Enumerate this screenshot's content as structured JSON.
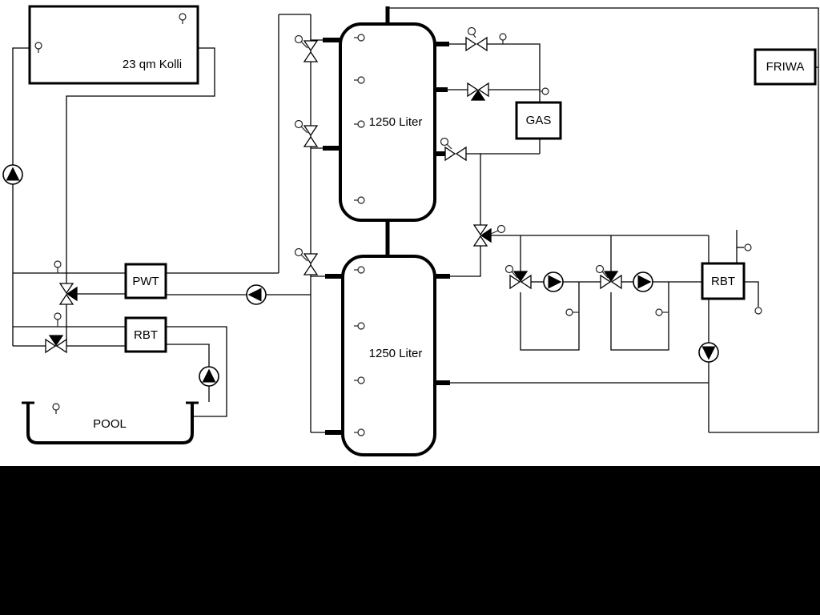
{
  "colors": {
    "line": "#000000",
    "background": "#ffffff",
    "bottom_band": "#000000",
    "symbol_fill": "#ffffff"
  },
  "labels": {
    "collector": "23 qm Kolli",
    "pwt": "PWT",
    "rbt_left": "RBT",
    "pool": "POOL",
    "tank_top": "1250 Liter",
    "tank_bottom": "1250 Liter",
    "gas": "GAS",
    "friwa": "FRIWA",
    "rbt_right": "RBT"
  },
  "symbols": {
    "pump_icon": "circle with filled direction triangle",
    "valve_icon": "bowtie (two triangles tip to tip)",
    "three_way_valve_icon": "bowtie with third filled triangle",
    "sensor_icon": "small circle with stub",
    "actuator_icon": "small circle on stem"
  }
}
